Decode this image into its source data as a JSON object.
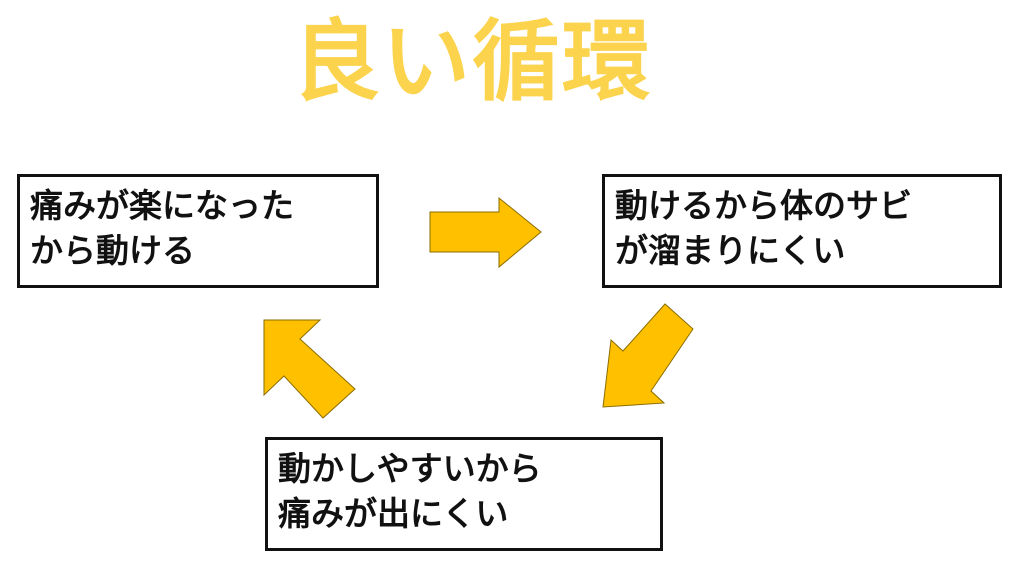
{
  "title": "良い循環",
  "boxes": {
    "top_left": {
      "line1": "痛みが楽になった",
      "line2": "から動ける"
    },
    "top_right": {
      "line1": "動けるから体のサビ",
      "line2": "が溜まりにくい"
    },
    "bottom": {
      "line1": "動かしやすいから",
      "line2": "痛みが出にくい"
    }
  },
  "colors": {
    "title": "#fcd34d",
    "arrow": "#ffc000",
    "border": "#111111"
  }
}
